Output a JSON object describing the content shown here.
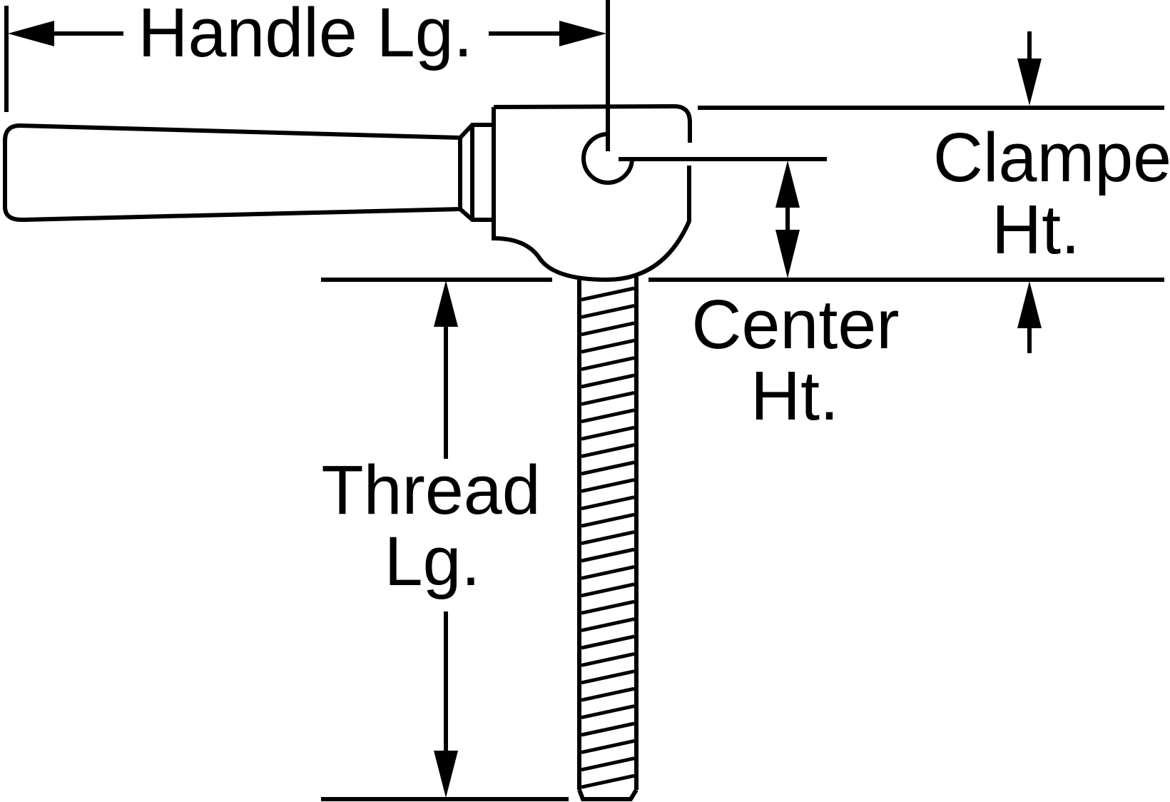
{
  "labels": {
    "handle_length": "Handle Lg.",
    "clamped_height_line1": "Clamped",
    "clamped_height_line2": "Ht.",
    "center_height_line1": "Center",
    "center_height_line2": "Ht.",
    "thread_length_line1": "Thread",
    "thread_length_line2": "Lg."
  },
  "colors": {
    "ink": "#000000",
    "background": "#ffffff"
  }
}
